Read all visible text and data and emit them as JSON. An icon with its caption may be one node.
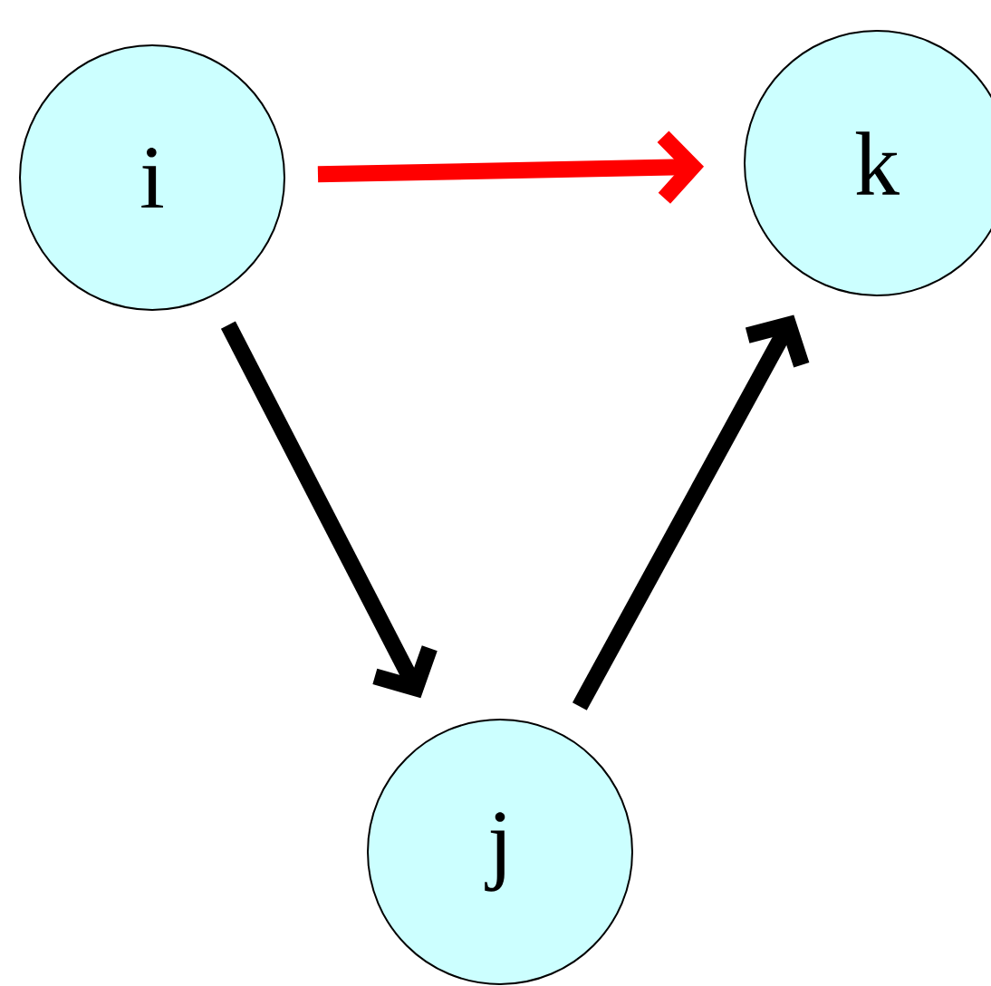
{
  "diagram": {
    "nodes": [
      {
        "text": [
          "i"
        ]
      },
      {
        "text": [
          "k"
        ]
      },
      {
        "text": [
          "j"
        ]
      }
    ],
    "edges": [
      {
        "from": 0,
        "to": 1,
        "arrow": "to",
        "color": "#ff0000"
      },
      {
        "from": 0,
        "to": 2,
        "arrow": "to"
      },
      {
        "from": 2,
        "to": 1,
        "arrow": "to"
      }
    ]
  }
}
